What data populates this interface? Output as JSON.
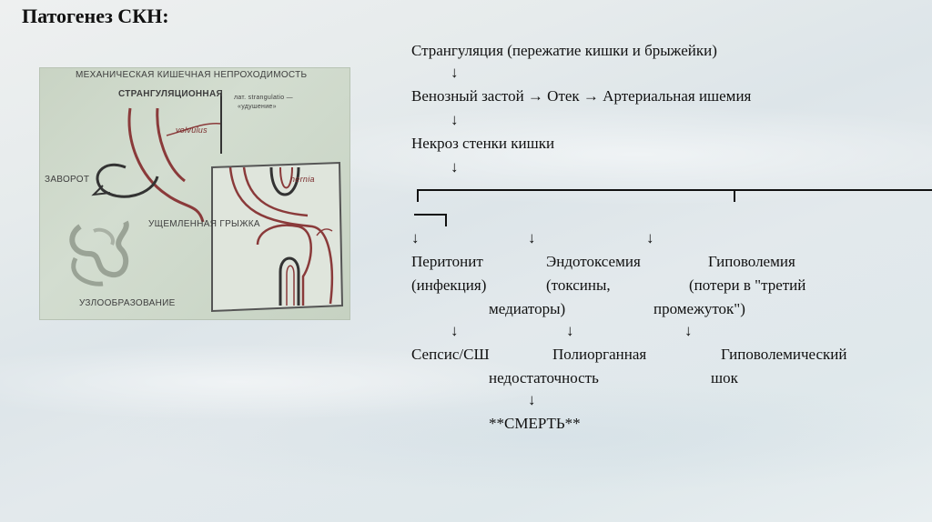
{
  "slide": {
    "title": "Патогенез СКН:"
  },
  "photo": {
    "heading": "МЕХАНИЧЕСКАЯ КИШЕЧНАЯ НЕПРОХОДИМОСТЬ",
    "strangulation": "СТРАНГУЛЯЦИОННАЯ",
    "latin": "лат. strangulatio —",
    "latin_meaning": "«удушение»",
    "volvulus": "volvulus",
    "zavorot": "ЗАВОРОТ",
    "hernia": "УЩЕМЛЕННАЯ ГРЫЖКА",
    "nodulation": "УЗЛООБРАЗОВАНИЕ",
    "hernia_latin": "hernia"
  },
  "flow": {
    "step1": "Странгуляция (пережатие кишки и брыжейки)",
    "arrow_down": "↓",
    "step2": "Венозный застой → Отек → Артериальная ишемия",
    "step3": "Некроз стенки кишки",
    "branches": [
      {
        "title": "Перитонит",
        "line2": "(инфекция)",
        "line3": ""
      },
      {
        "title": "Эндотоксемия",
        "line2": "(токсины,",
        "line3": "медиаторы)"
      },
      {
        "title": "Гиповолемия",
        "line2": "(потери в \"третий",
        "line3": "промежуток\")"
      }
    ],
    "outcomes": [
      {
        "line1": "Сепсис/СШ",
        "line2": ""
      },
      {
        "line1": "Полиорганная",
        "line2": "недостаточность"
      },
      {
        "line1": "Гиповолемический",
        "line2": "шок"
      }
    ],
    "final": "**СМЕРТЬ**"
  }
}
